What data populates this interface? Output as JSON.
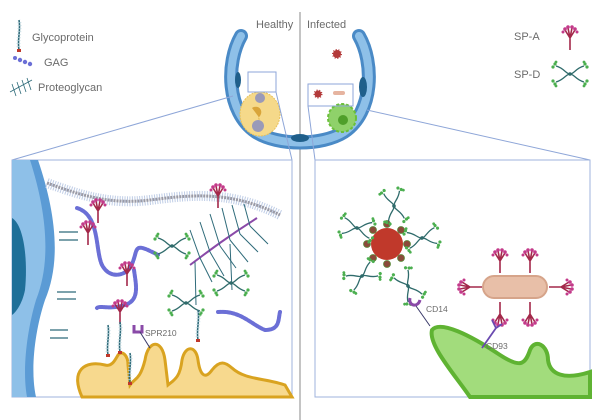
{
  "legend_left": {
    "glycoprotein": "Glycoprotein",
    "gag": "GAG",
    "proteoglycan": "Proteoglycan"
  },
  "legend_right": {
    "sp_a": "SP-A",
    "sp_d": "SP-D"
  },
  "header": {
    "healthy": "Healthy",
    "infected": "Infected"
  },
  "labels": {
    "spr210": "SPR210",
    "cd14": "CD14",
    "cd93": "CD93"
  },
  "colors": {
    "epithelium": "#5b9bd5",
    "macrophage": "#f5d98a",
    "infected_cell": "#8fd16a",
    "sp_a": "#a3284a",
    "sp_d": "#2f6b6b",
    "gag": "#6b6fd6",
    "panel_border": "#9fb3dd"
  }
}
